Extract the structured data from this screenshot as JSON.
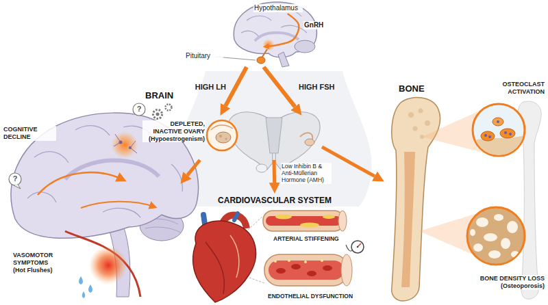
{
  "diagram": {
    "nodes": [
      {
        "text": [
          "Hypothalamus"
        ]
      },
      {
        "text": [
          "Pituitary"
        ]
      },
      {
        "text": [
          "DEPLETED, INACTIVE OVARY (Hypoestrogenism)"
        ]
      },
      {
        "text": [
          "BRAIN",
          "COGNITIVE DECLINE",
          "VASOMOTOR SYMPTOMS (Hot Flushes)"
        ]
      },
      {
        "text": [
          "CARDIOVASCULAR SYSTEM",
          "ARTERIAL STIFFENING",
          "ENDOTHELIAL DYSFUNCTION"
        ]
      },
      {
        "text": [
          "BONE",
          "OSTEOCLAST ACTIVATION",
          "BONE DENSITY LOSS (Osteoporosis)"
        ]
      }
    ],
    "edges": [
      {
        "from": 0,
        "to": 1,
        "label": "GnRH",
        "arrow": "to"
      },
      {
        "from": 1,
        "to": 2,
        "label": "HIGH LH",
        "arrow": "to"
      },
      {
        "from": 1,
        "to": 2,
        "label": "HIGH FSH",
        "arrow": "to"
      },
      {
        "from": 2,
        "to": 3,
        "arrow": "to"
      },
      {
        "from": 2,
        "to": 4,
        "label": "Low Inhibin B & Anti-Müllerian Hormone (AMH)",
        "arrow": "to"
      },
      {
        "from": 2,
        "to": 5,
        "arrow": "to"
      }
    ],
    "labels": [
      "?",
      "?"
    ]
  }
}
